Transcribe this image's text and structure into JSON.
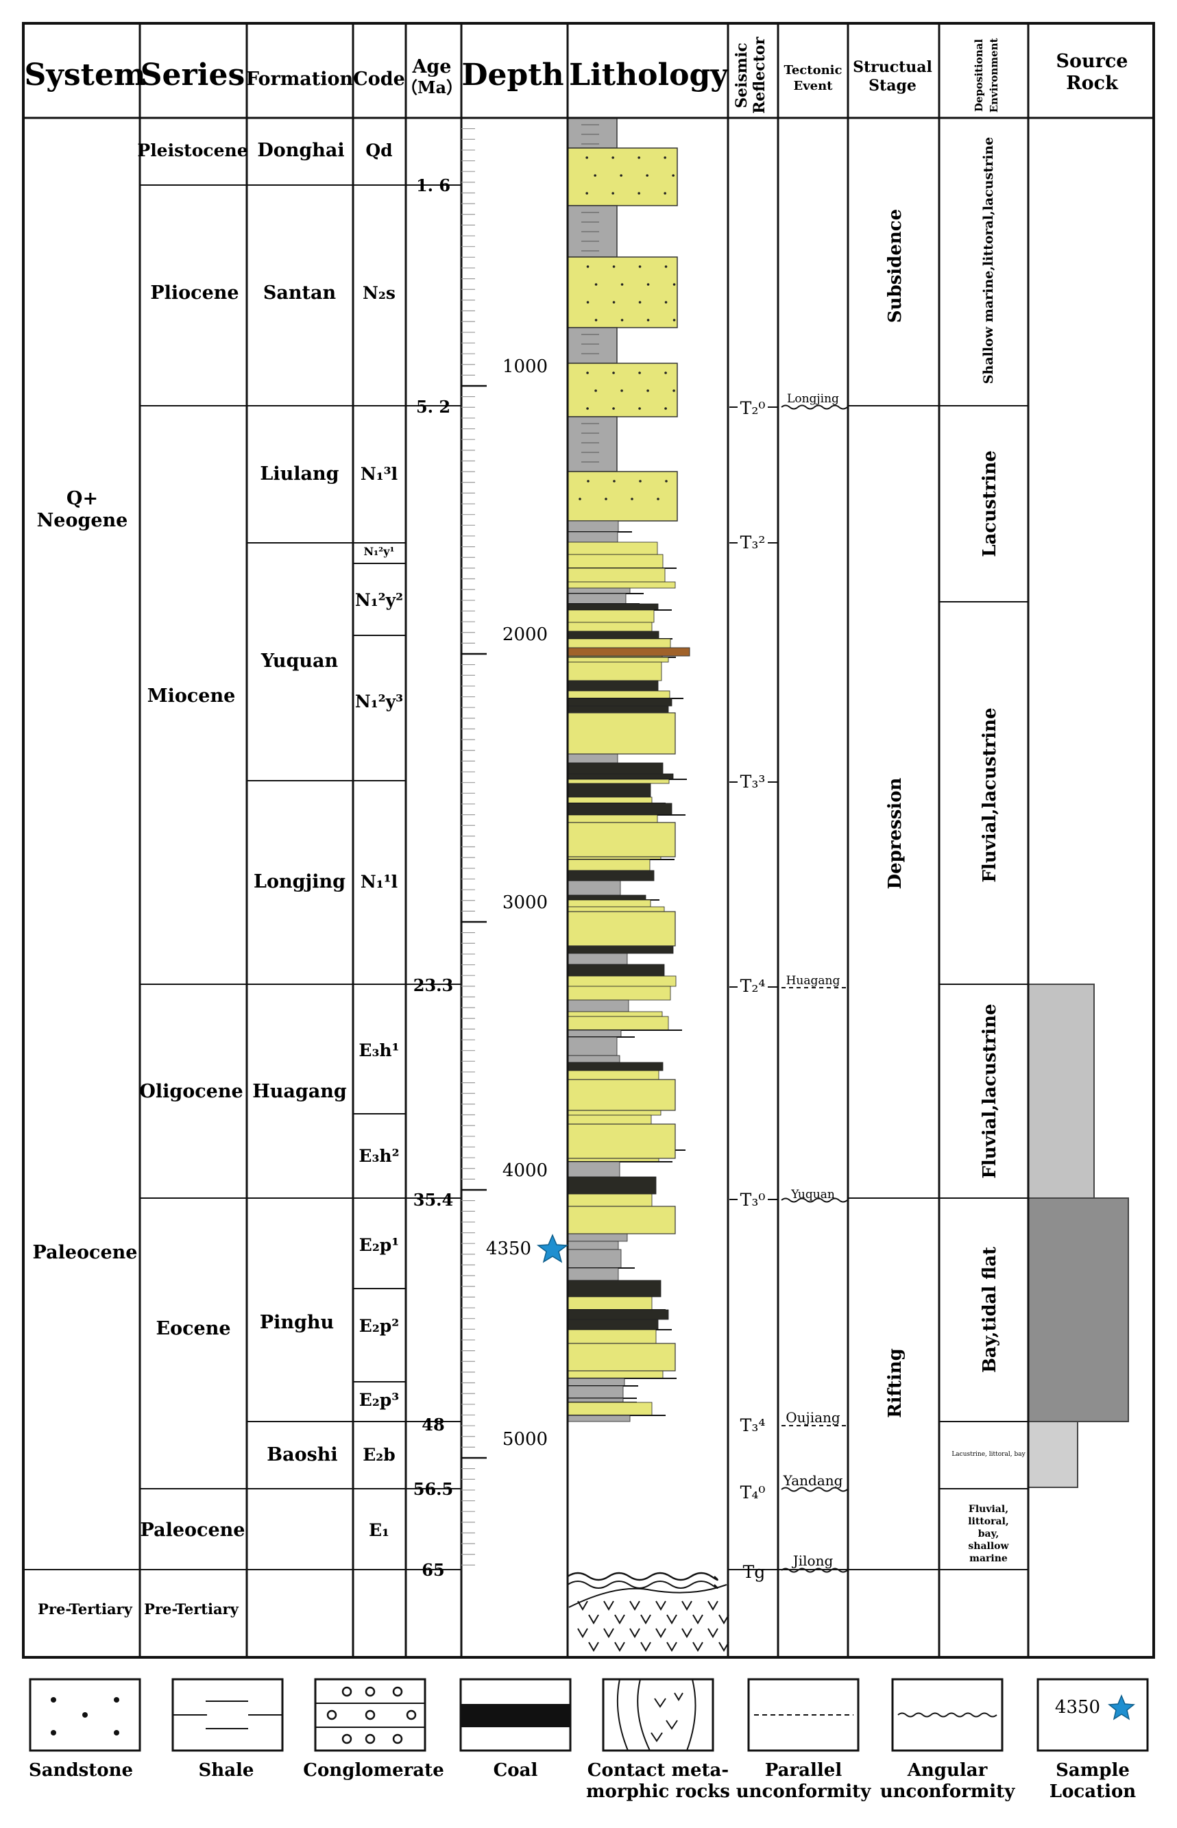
{
  "headers": {
    "system": "System",
    "series": "Series",
    "formation": "Formation",
    "code": "Code",
    "age": [
      "Age",
      "（Ma）"
    ],
    "depth": "Depth",
    "lithology": "Lithology",
    "seismic": [
      "Seismic",
      "Reflector"
    ],
    "tectonic": [
      "Tectonic",
      "Event"
    ],
    "structural": [
      "Structual",
      "Stage"
    ],
    "depositional": [
      "Depositional",
      "Environment"
    ],
    "source": [
      "Source",
      "Rock"
    ]
  },
  "systems": [
    "Q+",
    "Neogene",
    "Paleocene",
    "Pre-Tertiary"
  ],
  "series": {
    "pleistocene": "Pleistocene",
    "pliocene": "Pliocene",
    "miocene": "Miocene",
    "oligocene": "Oligocene",
    "eocene": "Eocene",
    "paleocene": "Paleocene",
    "pretertiary": "Pre-Tertiary"
  },
  "formations": {
    "donghai": "Donghai",
    "santan": "Santan",
    "liulang": "Liulang",
    "yuquan": "Yuquan",
    "longjing": "Longjing",
    "huagang": "Huagang",
    "pinghu": "Pinghu",
    "baoshi": "Baoshi"
  },
  "codes": {
    "qd": "Qd",
    "n2s": "N₂s",
    "n1l3": "N₁³l",
    "n1y1": "N₁²y¹",
    "n1y2": "N₁²y²",
    "n1y3": "N₁²y³",
    "n1l1": "N₁¹l",
    "e3h1": "E₃h¹",
    "e3h2": "E₃h²",
    "e2p1": "E₂p¹",
    "e2p2": "E₂p²",
    "e2p3": "E₂p³",
    "e2b": "E₂b",
    "e1": "E₁"
  },
  "ages": [
    "1. 6",
    "5. 2",
    "23.3",
    "35.4",
    "48",
    "56.5",
    "65"
  ],
  "depth_labels": [
    "1000",
    "2000",
    "3000",
    "4000",
    "5000"
  ],
  "sample": {
    "label": "4350",
    "depth_m": 4350
  },
  "seismic_reflectors": [
    "T₂⁰",
    "T₃²",
    "T₃³",
    "T₂⁴",
    "T₃⁰",
    "T₃⁴",
    "T₄⁰",
    "Tg"
  ],
  "tectonic_events": [
    "Longjing",
    "Huagang",
    "Yuquan",
    "Oujiang",
    "Yandang",
    "Jilong"
  ],
  "structural_stages": [
    "Subsidence",
    "Depression",
    "Rifting"
  ],
  "depositional_environments": [
    "Shallow marine,littoral,lacustrine",
    "Lacustrine",
    "Fluvial,lacustrine",
    "Fluvial,lacustrine",
    "Bay,tidal flat",
    "Lacustrine, littoral, bay",
    [
      "Fluvial,",
      "littoral,",
      "bay,",
      "shallow",
      "marine"
    ]
  ],
  "legend": {
    "sandstone": "Sandstone",
    "shale": "Shale",
    "conglomerate": "Conglomerate",
    "coal": "Coal",
    "contact": [
      "Contact meta-",
      "morphic rocks"
    ],
    "parallel": [
      "Parallel",
      "unconformity"
    ],
    "angular": [
      "Angular",
      "unconformity"
    ],
    "sample": [
      "Sample",
      "Location"
    ],
    "sample_value": "4350"
  },
  "colors": {
    "sandstone": "#e6e67a",
    "shale": "#a8a8a8",
    "coal": "#111111",
    "coal_brown": "#a0622a",
    "source_light": "#c8c8c8",
    "source_mid": "#a8a8a8",
    "source_dark": "#8a8a8a",
    "star": "#1e8fd0"
  }
}
